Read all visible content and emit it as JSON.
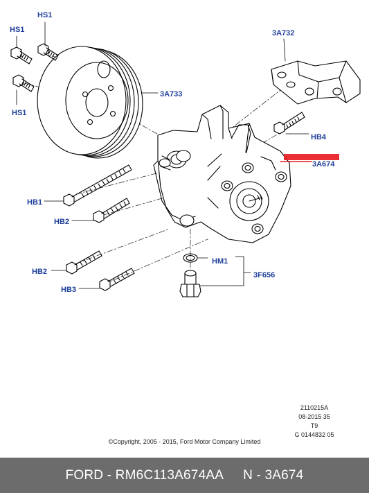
{
  "labels": {
    "hs1_top": "HS1",
    "hs1_left": "HS1",
    "hs1_bottom": "HS1",
    "a732": "3A732",
    "a733": "3A733",
    "hb4": "HB4",
    "a674": "3A674",
    "hb1": "HB1",
    "hb2_a": "HB2",
    "hm1": "HM1",
    "f656": "3F656",
    "hb2_b": "HB2",
    "hb3": "HB3"
  },
  "meta": {
    "line1": "2110215A",
    "line2": "08-2015 35",
    "line3": "T9",
    "line4": "G 0144832 05"
  },
  "copyright": "©Copyright, 2005 - 2015, Ford Motor Company Limited",
  "footer": {
    "part": "FORD - RM6C113A674AA",
    "ref": "N - 3A674"
  },
  "colors": {
    "label_blue": "#1f3f9a",
    "highlight_red": "#e8191f",
    "footer_bg": "#6c6c6c"
  }
}
